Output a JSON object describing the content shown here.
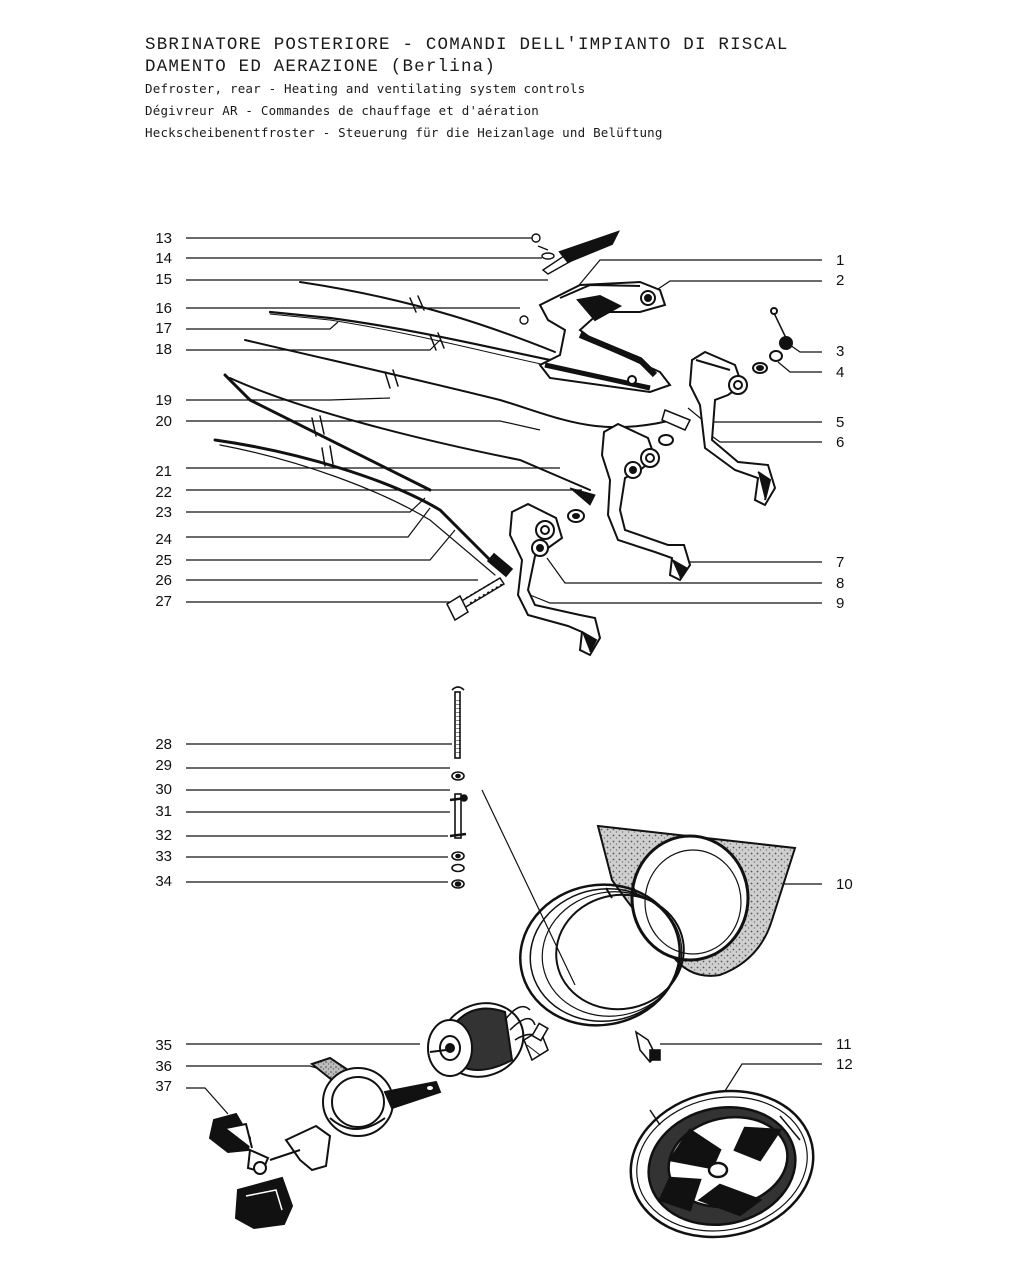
{
  "header": {
    "title_it_line1": "SBRINATORE POSTERIORE - COMANDI DELL'IMPIANTO DI RISCAL",
    "title_it_line2": "DAMENTO ED AERAZIONE (Berlina)",
    "title_en": "Defroster, rear - Heating and ventilating system controls",
    "title_fr": "Dégivreur AR - Commandes de chauffage et d'aération",
    "title_de": "Heckscheibenentfroster - Steuerung für die Heizanlage und Belüftung"
  },
  "callouts_left": [
    "13",
    "14",
    "15",
    "16",
    "17",
    "18",
    "19",
    "20",
    "21",
    "22",
    "23",
    "24",
    "25",
    "26",
    "27",
    "28",
    "29",
    "30",
    "31",
    "32",
    "33",
    "34",
    "35",
    "36",
    "37"
  ],
  "callouts_right": [
    "1",
    "2",
    "3",
    "4",
    "5",
    "6",
    "7",
    "8",
    "9",
    "10",
    "11",
    "12"
  ],
  "colors": {
    "ink": "#111111",
    "paper": "#ffffff",
    "stipple": "#9a9a9a"
  },
  "parts": {
    "lever_bracket": "lever-bracket-icon",
    "control_levers": "control-lever-icon",
    "cables": "bowden-cable-icon",
    "fan_shroud": "fan-shroud-icon",
    "motor": "fan-motor-icon",
    "impeller": "fan-impeller-icon",
    "fan_housing": "fan-housing-icon"
  }
}
